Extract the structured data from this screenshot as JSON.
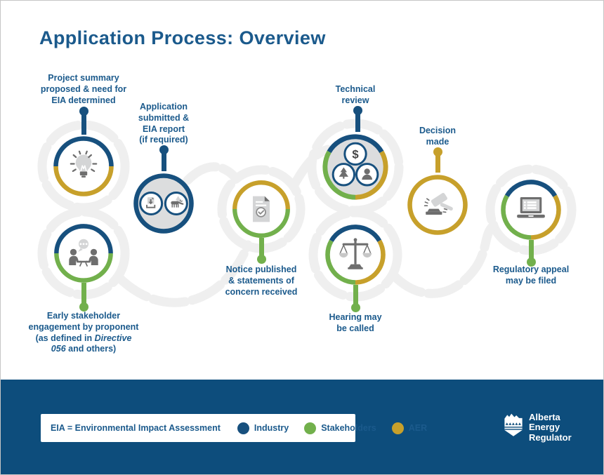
{
  "title": "Application Process: Overview",
  "colors": {
    "industry": "#17507e",
    "stakeholders": "#72b04c",
    "aer": "#c7a02b",
    "heading": "#1b5a8c",
    "band": "#0d4d7c",
    "flow": "#efefef",
    "icon_dark": "#6e6e6e",
    "icon_light": "#d4d5d6",
    "circle_fill": "#dcddde",
    "pan_gray": "#c7c7c7"
  },
  "steps": [
    {
      "id": "project-summary",
      "label": "Project summary\nproposed & need for\nEIA determined",
      "icon": "lightbulb-icon",
      "participants": [
        "industry",
        "aer"
      ]
    },
    {
      "id": "early-stakeholder-engagement",
      "label_part1": "Early stakeholder\nengagement by proponent\n(as defined in ",
      "label_italic": "Directive\n056",
      "label_part2": " and others)",
      "icon": "discussion-icon",
      "participants": [
        "industry",
        "stakeholders"
      ]
    },
    {
      "id": "application-submitted",
      "label": "Application\nsubmitted &\nEIA report\n(if required)",
      "icon": "document-download-icon wildlife-icon",
      "participants": [
        "industry"
      ]
    },
    {
      "id": "notice-published",
      "label": "Notice published\n& statements of\nconcern received",
      "icon": "document-check-icon",
      "participants": [
        "aer",
        "stakeholders"
      ]
    },
    {
      "id": "technical-review",
      "label": "Technical\nreview",
      "icon": "dollar-icon tree-icon person-icon",
      "dollar_glyph": "$",
      "participants": [
        "industry",
        "aer",
        "stakeholders"
      ]
    },
    {
      "id": "hearing",
      "label": "Hearing may\nbe called",
      "icon": "scales-icon",
      "participants": [
        "industry",
        "aer",
        "stakeholders"
      ]
    },
    {
      "id": "decision",
      "label": "Decision\nmade",
      "icon": "gavel-icon",
      "participants": [
        "aer"
      ]
    },
    {
      "id": "regulatory-appeal",
      "label": "Regulatory appeal\nmay be filed",
      "icon": "laptop-icon",
      "participants": [
        "industry",
        "aer",
        "stakeholders"
      ]
    }
  ],
  "legend": {
    "note": "EIA = Environmental Impact Assessment",
    "items": [
      {
        "label": "Industry",
        "color": "#17507e"
      },
      {
        "label": "Stakeholders",
        "color": "#72b04c"
      },
      {
        "label": "AER",
        "color": "#c7a02b"
      }
    ]
  },
  "logo": {
    "line1": "Alberta",
    "line2": "Energy",
    "line3": "Regulator"
  }
}
